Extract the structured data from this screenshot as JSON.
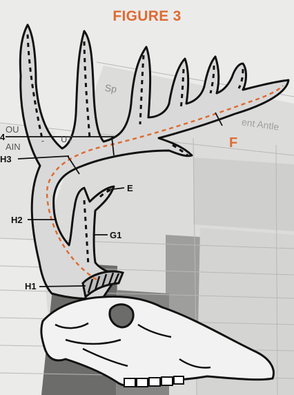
{
  "figure_title": "FIGURE 3",
  "labels": {
    "h4": "4",
    "h3": "H3",
    "h2": "H2",
    "h1": "H1",
    "e": "E",
    "g1": "G1",
    "f": "F"
  },
  "background_text": {
    "spread": "Sp",
    "antler": "ent Antle",
    "left_upper": "OU",
    "left_lower": "AIN",
    "mid": "UT"
  },
  "colors": {
    "title": "#de6b30",
    "spread_line": "#de6b30",
    "antler_fill": "#d9d9d9",
    "outline": "#111111"
  }
}
